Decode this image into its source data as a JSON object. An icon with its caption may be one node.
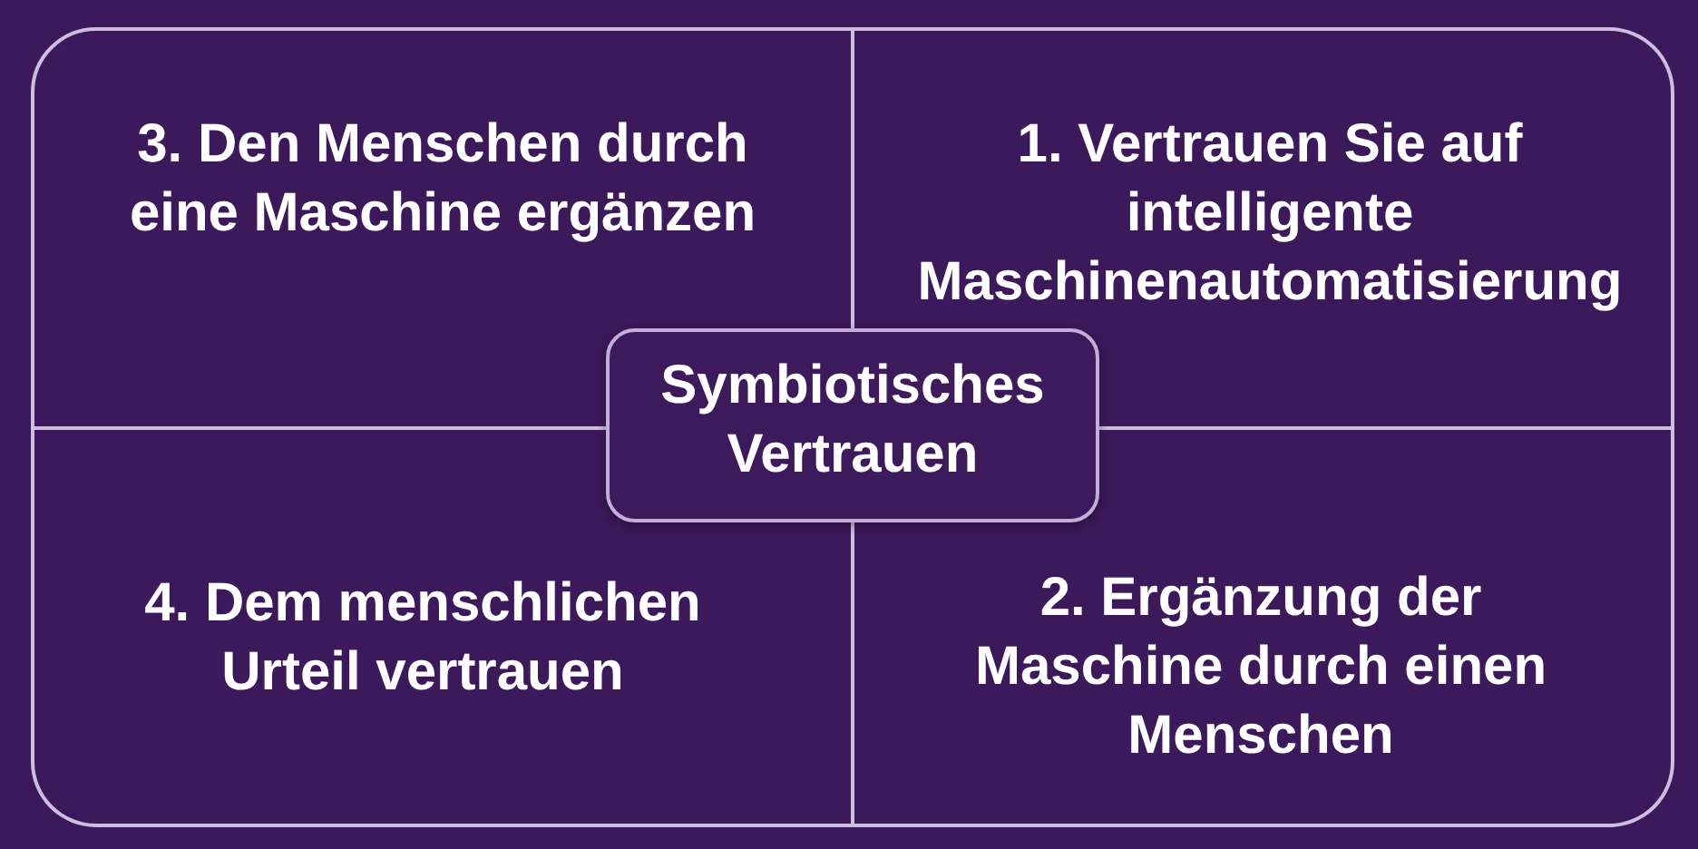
{
  "diagram": {
    "nodes": [
      {
        "text": [
          "3. Den Menschen durch eine Maschine ergänzen"
        ]
      },
      {
        "text": [
          "1. Vertrauen Sie auf intelligente Maschinenautomatisierung"
        ]
      },
      {
        "text": [
          "Symbiotisches Vertrauen"
        ]
      },
      {
        "text": [
          "4. Dem menschlichen Urteil vertrauen"
        ]
      },
      {
        "text": [
          "2. Ergänzung der Maschine durch einen Menschen"
        ]
      }
    ]
  }
}
